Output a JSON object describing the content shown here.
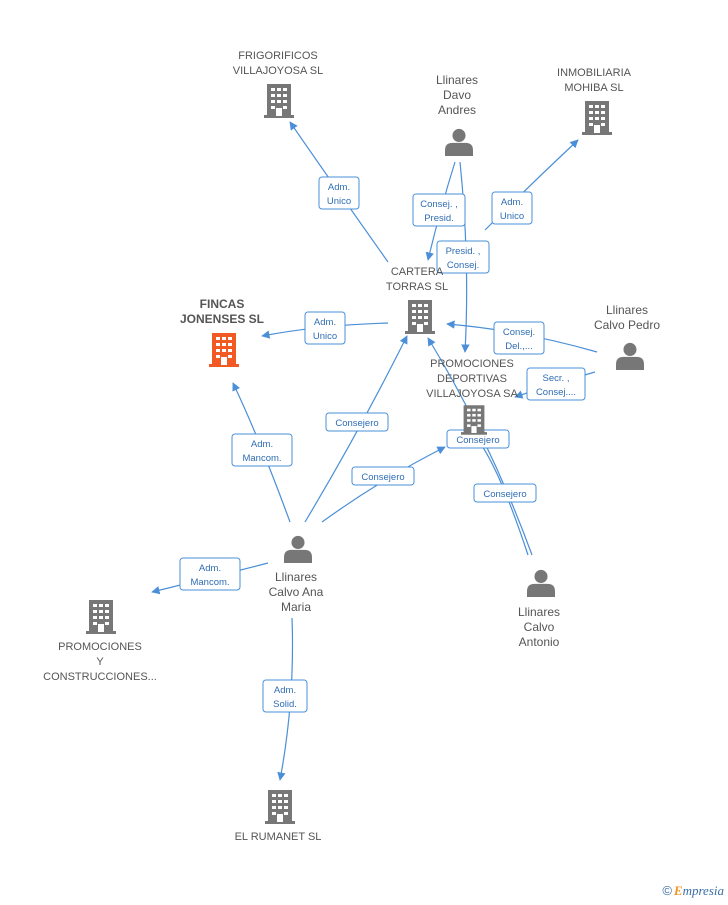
{
  "colors": {
    "edge": "#4a8fd8",
    "building": "#777777",
    "main_building": "#f15a24",
    "person": "#777777"
  },
  "nodes": {
    "frigorificos": [
      "FRIGORIFICOS",
      "VILLAJOYOSA SL"
    ],
    "inmobiliaria": [
      "INMOBILIARIA",
      "MOHIBA SL"
    ],
    "llinares_davo": [
      "Llinares",
      "Davo",
      "Andres"
    ],
    "cartera": [
      "CARTERA",
      "TORRAS SL"
    ],
    "fincas": [
      "FINCAS",
      "JONENSES SL"
    ],
    "llinares_pedro": [
      "Llinares",
      "Calvo Pedro"
    ],
    "promociones_dep": [
      "PROMOCIONES",
      "DEPORTIVAS",
      "VILLAJOYOSA SA"
    ],
    "llinares_ana": [
      "Llinares",
      "Calvo Ana",
      "Maria"
    ],
    "llinares_antonio": [
      "Llinares",
      "Calvo",
      "Antonio"
    ],
    "promociones_cons": [
      "PROMOCIONES",
      "Y",
      "CONSTRUCCIONES..."
    ],
    "rumanet": [
      "EL RUMANET SL"
    ]
  },
  "edges": [
    [
      "Adm.",
      "Unico"
    ],
    [
      "Consej. ,",
      "Presid."
    ],
    [
      "Adm.",
      "Unico"
    ],
    [
      "Presid. ,",
      "Consej."
    ],
    [
      "Adm.",
      "Unico"
    ],
    [
      "Consej.",
      "Del.,..."
    ],
    [
      "Secr. ,",
      "Consej...."
    ],
    [
      "Consejero"
    ],
    [
      "Consejero"
    ],
    [
      "Consejero"
    ],
    [
      "Consejero"
    ],
    [
      "Adm.",
      "Mancom."
    ],
    [
      "Adm.",
      "Mancom."
    ],
    [
      "Adm.",
      "Solid."
    ]
  ],
  "footer": {
    "copyright": "©",
    "brand_initial": "E",
    "brand_rest": "mpresia"
  }
}
